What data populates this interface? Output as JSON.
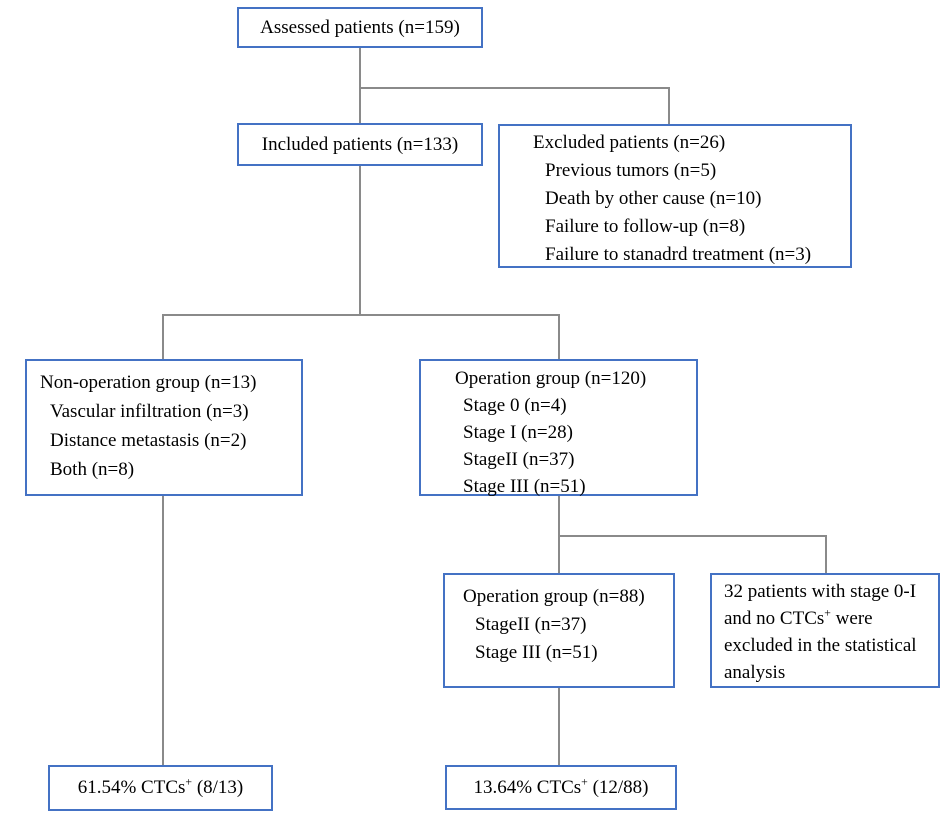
{
  "diagram": {
    "type": "flowchart",
    "colors": {
      "box_border": "#4472c4",
      "connector": "#8a8a8a",
      "text": "#000000",
      "background": "#ffffff"
    },
    "boxes": {
      "assessed": {
        "title": "Assessed patients (n=159)"
      },
      "included": {
        "title": "Included patients (n=133)"
      },
      "excluded": {
        "title": "Excluded patients (n=26)",
        "items": [
          "Previous tumors (n=5)",
          "Death by other cause (n=10)",
          "Failure to follow-up (n=8)",
          "Failure to stanadrd treatment (n=3)"
        ]
      },
      "non_operation": {
        "title": "Non-operation group (n=13)",
        "items": [
          "Vascular infiltration (n=3)",
          "Distance metastasis (n=2)",
          "Both (n=8)"
        ]
      },
      "operation_120": {
        "title": "Operation group (n=120)",
        "items": [
          "Stage 0 (n=4)",
          "Stage I (n=28)",
          "StageII (n=37)",
          "Stage III (n=51)"
        ]
      },
      "operation_88": {
        "title": "Operation group (n=88)",
        "items": [
          "StageII (n=37)",
          "Stage III (n=51)"
        ]
      },
      "note_32": {
        "line1": "32 patients with stage 0-I",
        "line2_pre": "and no CTCs",
        "line2_sup": "+",
        "line2_post": " were",
        "line3": "excluded in the statistical",
        "line4": "analysis"
      },
      "ctc_non_operation": {
        "pre": "61.54% CTCs",
        "sup": "+",
        "post": " (8/13)"
      },
      "ctc_operation": {
        "pre": "13.64% CTCs",
        "sup": "+",
        "post": " (12/88)"
      }
    }
  }
}
